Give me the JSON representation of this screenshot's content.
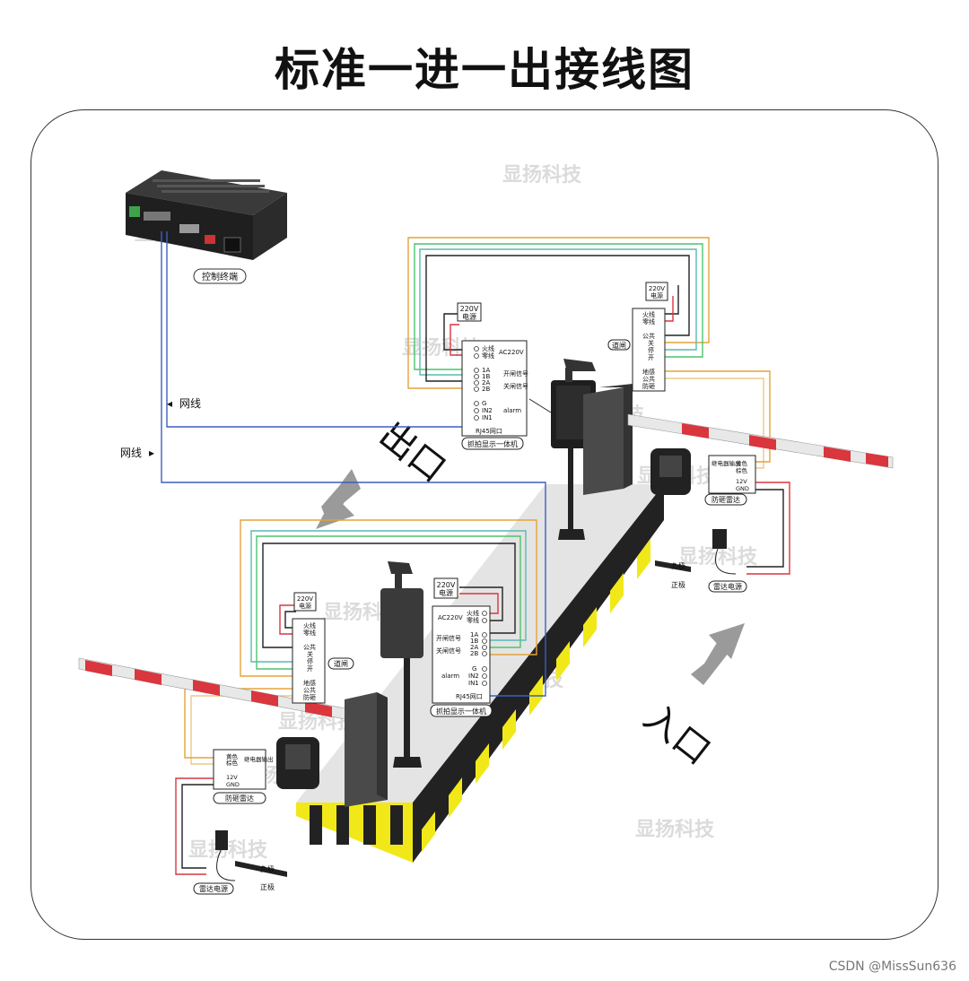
{
  "title": "标准一进一出接线图",
  "watermark": "显扬科技",
  "credit": "CSDN @MissSun636",
  "labels": {
    "control_terminal": "控制终端",
    "network_cable_1": "网线",
    "network_cable_2": "网线",
    "exit": "出口",
    "entrance": "入口"
  },
  "exit_lane": {
    "camera_unit": "抓拍显示一体机",
    "camera_power": "220V电源",
    "camera_terms": [
      "火线",
      "零线",
      "1A",
      "1B",
      "2A",
      "2B",
      "G",
      "IN2",
      "IN1",
      "RJ45网口"
    ],
    "camera_groups": [
      "AC220V",
      "开闸信号",
      "关闸信号",
      "alarm"
    ],
    "barrier": "道闸",
    "barrier_power": "220V电源",
    "barrier_terms": [
      "火线",
      "零线",
      "公共",
      "关",
      "停",
      "开",
      "地感",
      "公共",
      "防砸"
    ],
    "radar": "防砸雷达",
    "radar_terms": [
      "继电器输出",
      "黄色",
      "棕色",
      "12V",
      "GND"
    ],
    "radar_power": "雷达电源",
    "neg": "负极",
    "pos": "正极"
  },
  "entry_lane": {
    "camera_unit": "抓拍显示一体机",
    "camera_power": "220V电源",
    "camera_terms": [
      "火线",
      "零线",
      "1A",
      "1B",
      "2A",
      "2B",
      "G",
      "IN2",
      "IN1",
      "RJ45网口"
    ],
    "camera_groups": [
      "AC220V",
      "开闸信号",
      "关闸信号",
      "alarm"
    ],
    "barrier": "道闸",
    "barrier_power": "220V电源",
    "barrier_terms": [
      "火线",
      "零线",
      "公共",
      "关",
      "停",
      "开",
      "地感",
      "公共",
      "防砸"
    ],
    "radar": "防砸雷达",
    "radar_terms": [
      "黄色",
      "棕色",
      "继电器输出",
      "12V",
      "GND"
    ],
    "radar_power": "雷达电源",
    "neg": "负极",
    "pos": "正极"
  },
  "colors": {
    "wire_orange": "#e3a33b",
    "wire_green": "#4cc46b",
    "wire_teal": "#5ab9b0",
    "wire_black": "#222222",
    "wire_red": "#d9363e",
    "wire_blue": "#3b5fc0",
    "hazard_yellow": "#f1e81a",
    "barrier_red": "#d9363e",
    "platform": "#e2e2e2"
  }
}
